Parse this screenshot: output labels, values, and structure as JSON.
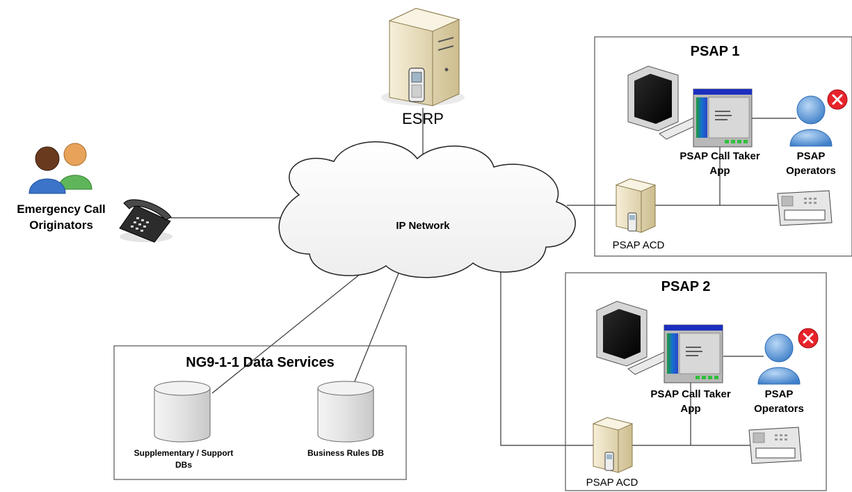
{
  "originators": {
    "label_line1": "Emergency Call",
    "label_line2": "Originators"
  },
  "esrp": {
    "label": "ESRP"
  },
  "network": {
    "label": "IP Network"
  },
  "data_services": {
    "title": "NG9-1-1 Data Services",
    "db1_line1": "Supplementary / Support",
    "db1_line2": "DBs",
    "db2_label": "Business Rules DB"
  },
  "psap1": {
    "title": "PSAP 1",
    "app_line1": "PSAP Call Taker",
    "app_line2": "App",
    "operators_line1": "PSAP",
    "operators_line2": "Operators",
    "acd_label": "PSAP ACD"
  },
  "psap2": {
    "title": "PSAP 2",
    "app_line1": "PSAP Call Taker",
    "app_line2": "App",
    "operators_line1": "PSAP",
    "operators_line2": "Operators",
    "acd_label": "PSAP ACD"
  },
  "colors": {
    "status_error": "#e8232a",
    "person_blue": "#5b95d6",
    "server_tan": "#e8dcb8",
    "app_window_blue": "#1b2fbf"
  }
}
